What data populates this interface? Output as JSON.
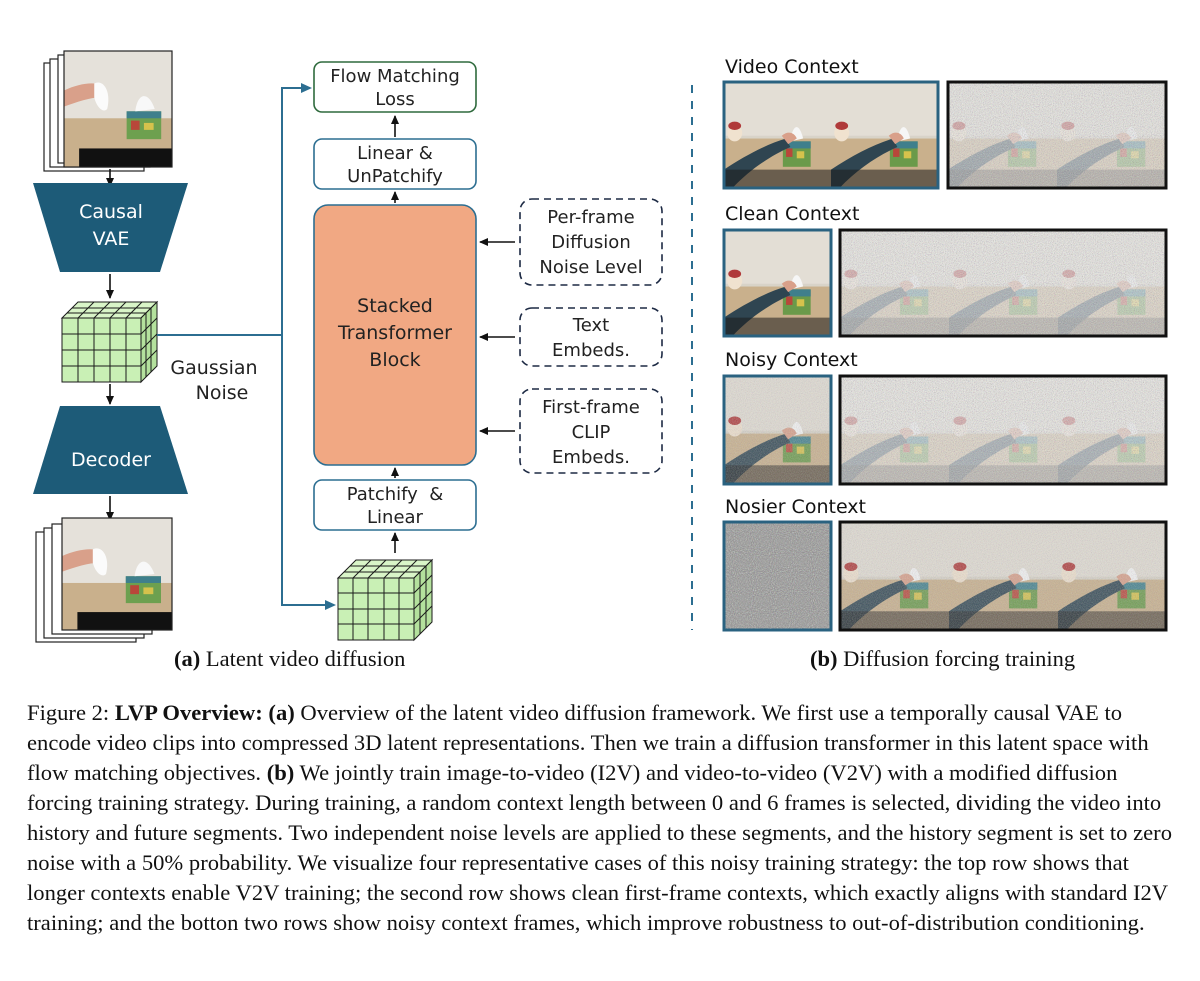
{
  "panel_a": {
    "vae_label_1": "Causal",
    "vae_label_2": "VAE",
    "decoder_label": "Decoder",
    "gaussian_noise_1": "Gaussian",
    "gaussian_noise_2": "Noise",
    "loss_label_1": "Flow Matching",
    "loss_label_2": "Loss",
    "linear_label_1": "Linear &",
    "linear_label_2": "UnPatchify",
    "transformer_label_1": "Stacked",
    "transformer_label_2": "Transformer",
    "transformer_label_3": "Block",
    "patchify_label_1": "Patchify  &",
    "patchify_label_2": "Linear",
    "noise_level_1": "Per-frame",
    "noise_level_2": "Diffusion",
    "noise_level_3": "Noise Level",
    "text_embeds_1": "Text",
    "text_embeds_2": "Embeds.",
    "clip_embeds_1": "First-frame",
    "clip_embeds_2": "CLIP",
    "clip_embeds_3": "Embeds.",
    "subcaption_letter": "(a)",
    "subcaption_text": " Latent video diffusion"
  },
  "panel_b": {
    "rows": [
      {
        "label": "Video Context"
      },
      {
        "label": "Clean Context"
      },
      {
        "label": "Noisy Context"
      },
      {
        "label": "Nosier Context"
      }
    ],
    "subcaption_letter": "(b)",
    "subcaption_text": " Diffusion forcing training"
  },
  "caption": {
    "prefix": "Figure 2: ",
    "title": "LVP Overview:",
    "part_a_label": "(a)",
    "part_a_text": " Overview of the latent video diffusion framework. We first use a temporally causal VAE to encode video clips into compressed 3D latent representations. Then we train a diffusion transformer in this latent space with flow matching objectives. ",
    "part_b_label": "(b)",
    "part_b_text": " We jointly train image-to-video (I2V) and video-to-video (V2V) with a modified diffusion forcing training strategy. During training, a random context length between 0 and 6 frames is selected, dividing the video into history and future segments. Two independent noise levels are applied to these segments, and the history segment is set to zero noise with a 50% probability. We visualize four representative cases of this noisy training strategy: the top row shows that longer contexts enable V2V training; the second row shows clean first-frame contexts, which exactly aligns with standard I2V training; and the botton two rows show noisy context frames, which improve robustness to out-of-distribution conditioning."
  },
  "colors": {
    "teal_dark": "#1d5b78",
    "salmon": "#f1a883",
    "latent_green": "#c9f0b5",
    "loss_border": "#2f6a3d",
    "arrow_blue": "#2c6e91"
  }
}
